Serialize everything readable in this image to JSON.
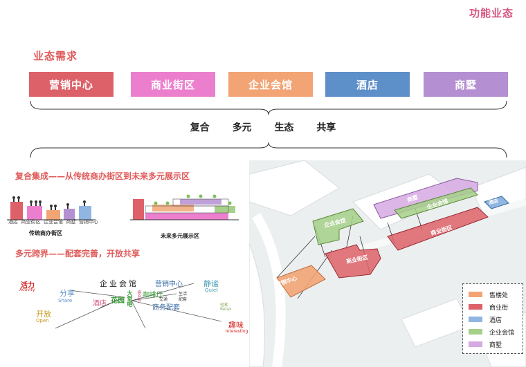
{
  "corner_title": "功能业态",
  "section1_title": "业态需求",
  "business_types": [
    {
      "label": "营销中心",
      "color": "#dd6168"
    },
    {
      "label": "商业街区",
      "color": "#eb7fcd"
    },
    {
      "label": "企业会馆",
      "color": "#f2a474"
    },
    {
      "label": "酒店",
      "color": "#5d8fc8"
    },
    {
      "label": "商墅",
      "color": "#b48fd1"
    }
  ],
  "keywords": [
    "复合",
    "多元",
    "生态",
    "共享"
  ],
  "subsection1": {
    "title": "复合集成——从传统商办街区到未来多元展示区",
    "traditional_label": "传统商办街区",
    "future_label": "未来多元展示区",
    "bar_labels": [
      "酒店",
      "商业街区",
      "企业会馆",
      "商墅",
      "营销中心"
    ]
  },
  "subsection2": {
    "title": "多元跨界——配套完善，开放共享",
    "hub_label": "企业会馆",
    "words": {
      "vitality": "活力",
      "vitality_en": "Activity",
      "share": "分享",
      "share_en": "Share",
      "hotel": "酒店",
      "open": "开放",
      "open_en": "Open",
      "garden": "花园",
      "sales": "营销中心",
      "cafe": "咖啡厅",
      "traffic": "交通",
      "life": "生活",
      "supporting": "配套",
      "business_supporting": "商务配套",
      "quiet": "静谧",
      "quiet_en": "Quiet",
      "relax": "轻松",
      "relax_en": "Relax",
      "interest": "趣味",
      "interest_en": "Interesting",
      "hall": "大堂吧",
      "lobby": "宴会厅"
    }
  },
  "map_labels": {
    "sales": "营销中心",
    "commercial": "商业街区",
    "club1": "企业会馆",
    "club2": "企业会馆",
    "villa": "商墅",
    "commercial2": "商业街区",
    "hotel": "酒店"
  },
  "legend": [
    {
      "label": "售楼处",
      "color": "#f2a474"
    },
    {
      "label": "商业街",
      "color": "#dd6168"
    },
    {
      "label": "酒店",
      "color": "#8fb5e0"
    },
    {
      "label": "企业会馆",
      "color": "#a6d08a"
    },
    {
      "label": "商墅",
      "color": "#d6a9e3"
    }
  ]
}
